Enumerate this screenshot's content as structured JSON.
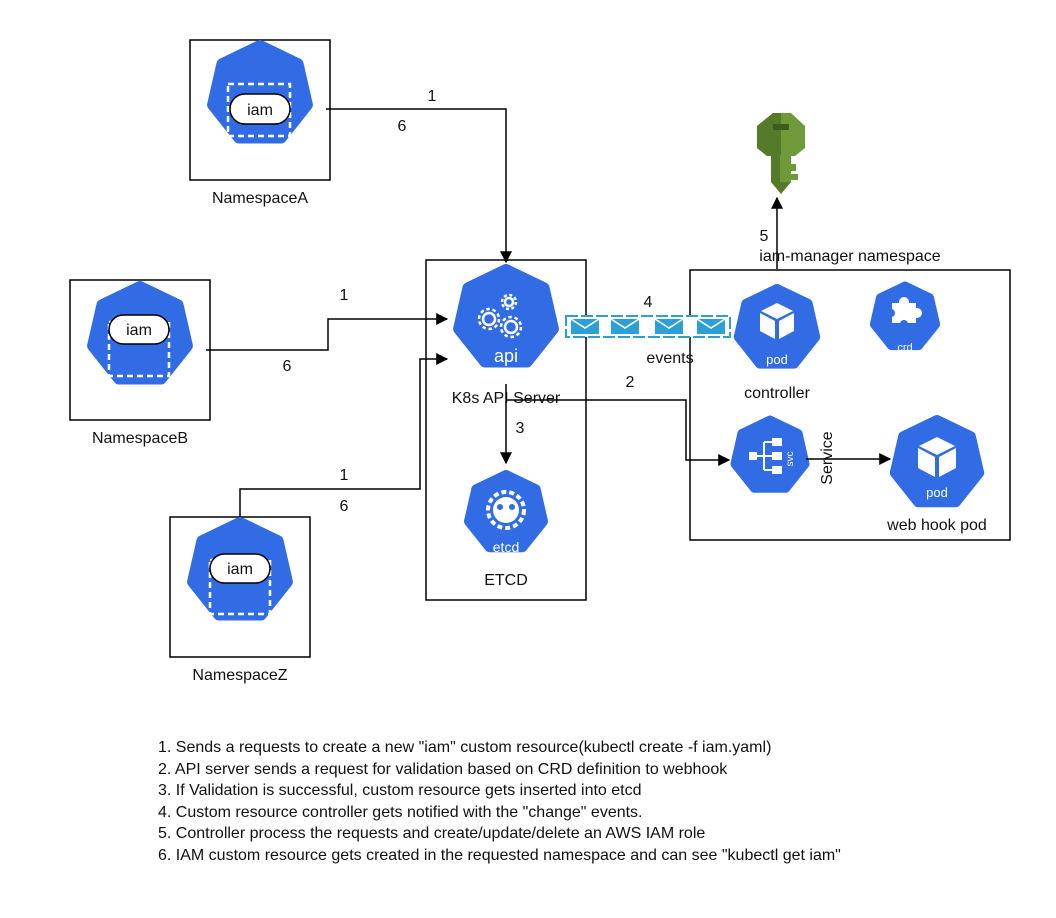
{
  "colors": {
    "k8s_blue": "#326CE5",
    "line": "#000000",
    "event_blue": "#2E9FD6",
    "key_green": "#6E9A3A"
  },
  "namespaces": [
    {
      "pill": "iam",
      "icon_label": "ns",
      "name": "NamespaceA"
    },
    {
      "pill": "iam",
      "icon_label": "ns",
      "name": "NamespaceB"
    },
    {
      "pill": "iam",
      "icon_label": "ns",
      "name": "NamespaceZ"
    }
  ],
  "api_server": {
    "icon_label": "api",
    "caption": "K8s API Server"
  },
  "etcd": {
    "icon_label": "etcd",
    "caption": "ETCD"
  },
  "iam_manager": {
    "title": "iam-manager namespace",
    "controller": {
      "icon_label": "pod",
      "caption": "controller"
    },
    "crd": {
      "icon_label": "crd"
    },
    "service": {
      "icon_label": "svc",
      "caption": "Service"
    },
    "webhook": {
      "icon_label": "pod",
      "caption": "web hook pod"
    }
  },
  "events_label": "events",
  "key_icon": "aws-iam-key-icon",
  "step_labels": {
    "a1": "1",
    "a6": "6",
    "b1": "1",
    "b6": "6",
    "z1": "1",
    "z6": "6",
    "s2": "2",
    "s3": "3",
    "s4": "4",
    "s5": "5"
  },
  "legend": [
    "1. Sends a requests to create a new \"iam\" custom resource(kubectl create -f iam.yaml)",
    "2. API server sends a request for validation based on CRD definition to webhook",
    "3. If Validation is successful, custom resource gets inserted into etcd",
    "4. Custom resource controller gets notified with the \"change\" events.",
    "5. Controller process the requests and create/update/delete an AWS IAM role",
    "6. IAM custom resource gets created in the requested namespace and can see \"kubectl get iam\""
  ]
}
